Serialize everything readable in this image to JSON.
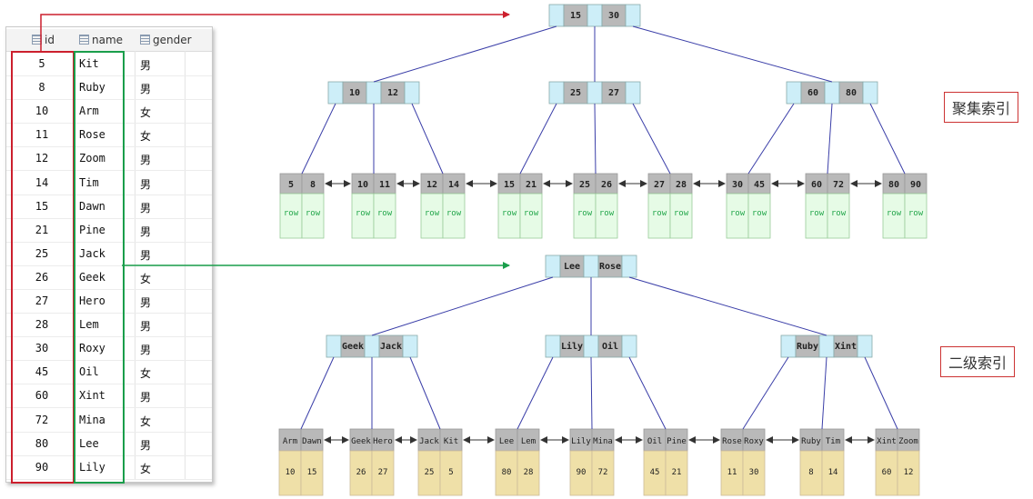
{
  "table": {
    "columns": [
      "id",
      "name",
      "gender"
    ],
    "rows": [
      [
        "5",
        "Kit",
        "男"
      ],
      [
        "8",
        "Ruby",
        "男"
      ],
      [
        "10",
        "Arm",
        "女"
      ],
      [
        "11",
        "Rose",
        "女"
      ],
      [
        "12",
        "Zoom",
        "男"
      ],
      [
        "14",
        "Tim",
        "男"
      ],
      [
        "15",
        "Dawn",
        "男"
      ],
      [
        "21",
        "Pine",
        "男"
      ],
      [
        "25",
        "Jack",
        "男"
      ],
      [
        "26",
        "Geek",
        "女"
      ],
      [
        "27",
        "Hero",
        "男"
      ],
      [
        "28",
        "Lem",
        "男"
      ],
      [
        "30",
        "Roxy",
        "男"
      ],
      [
        "45",
        "Oil",
        "女"
      ],
      [
        "60",
        "Xint",
        "男"
      ],
      [
        "72",
        "Mina",
        "女"
      ],
      [
        "80",
        "Lee",
        "男"
      ],
      [
        "90",
        "Lily",
        "女"
      ]
    ]
  },
  "labels": {
    "clustered": "聚集索引",
    "secondary": "二级索引"
  },
  "clustered_tree": {
    "root": [
      "15",
      "30"
    ],
    "internal": [
      [
        "10",
        "12"
      ],
      [
        "25",
        "27"
      ],
      [
        "60",
        "80"
      ]
    ],
    "leaves": [
      [
        "5",
        "8"
      ],
      [
        "10",
        "11"
      ],
      [
        "12",
        "14"
      ],
      [
        "15",
        "21"
      ],
      [
        "25",
        "26"
      ],
      [
        "27",
        "28"
      ],
      [
        "30",
        "45"
      ],
      [
        "60",
        "72"
      ],
      [
        "80",
        "90"
      ]
    ],
    "leaf_value": "row"
  },
  "secondary_tree": {
    "root": [
      "Lee",
      "Rose"
    ],
    "internal": [
      [
        "Geek",
        "Jack"
      ],
      [
        "Lily",
        "Oil"
      ],
      [
        "Ruby",
        "Xint"
      ]
    ],
    "leaves": [
      {
        "keys": [
          "Arm",
          "Dawn"
        ],
        "ids": [
          "10",
          "15"
        ]
      },
      {
        "keys": [
          "Geek",
          "Hero"
        ],
        "ids": [
          "26",
          "27"
        ]
      },
      {
        "keys": [
          "Jack",
          "Kit"
        ],
        "ids": [
          "25",
          "5"
        ]
      },
      {
        "keys": [
          "Lee",
          "Lem"
        ],
        "ids": [
          "80",
          "28"
        ]
      },
      {
        "keys": [
          "Lily",
          "Mina"
        ],
        "ids": [
          "90",
          "72"
        ]
      },
      {
        "keys": [
          "Oil",
          "Pine"
        ],
        "ids": [
          "45",
          "21"
        ]
      },
      {
        "keys": [
          "Rose",
          "Roxy"
        ],
        "ids": [
          "11",
          "30"
        ]
      },
      {
        "keys": [
          "Ruby",
          "Tim"
        ],
        "ids": [
          "8",
          "14"
        ]
      },
      {
        "keys": [
          "Xint",
          "Zoom"
        ],
        "ids": [
          "60",
          "12"
        ]
      }
    ]
  },
  "colors": {
    "node_key": "#b9b9b9",
    "node_ptr": "#cdeef8",
    "leaf_row": "#e6fbe6",
    "leaf_id": "#efe0a8",
    "edge": "#3a3ea8",
    "red": "#cc1f2d",
    "green": "#1a9e4b"
  }
}
